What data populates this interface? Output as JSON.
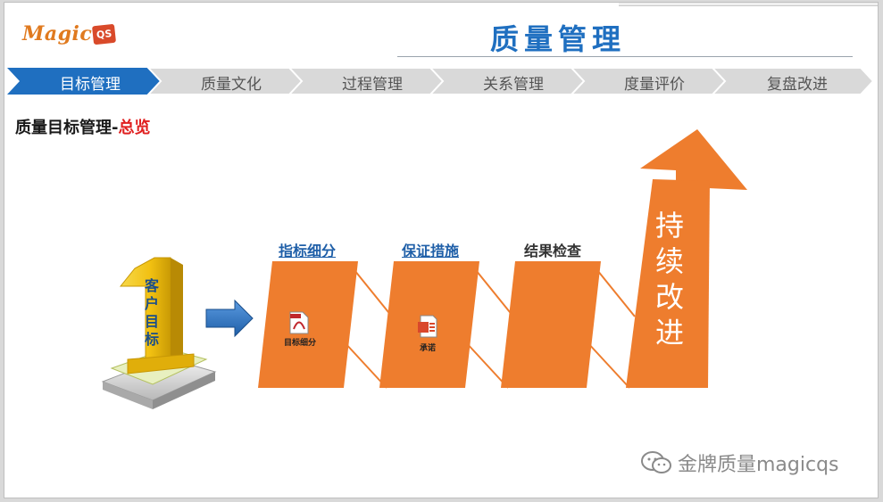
{
  "logo": {
    "word": "Magic",
    "badge": "QS"
  },
  "title": "质量管理",
  "nav": {
    "items": [
      {
        "label": "目标管理",
        "active": true
      },
      {
        "label": "质量文化",
        "active": false
      },
      {
        "label": "过程管理",
        "active": false
      },
      {
        "label": "关系管理",
        "active": false
      },
      {
        "label": "度量评价",
        "active": false
      },
      {
        "label": "复盘改进",
        "active": false
      }
    ]
  },
  "subtitle": {
    "main": "质量目标管理-",
    "accent": "总览"
  },
  "diagram": {
    "start_label": "客户目标",
    "start_chars": [
      "客",
      "户",
      "目",
      "标"
    ],
    "steps": [
      {
        "title": "指标细分",
        "linked": true,
        "file_caption": "目标细分",
        "file_type": "pdf"
      },
      {
        "title": "保证措施",
        "linked": true,
        "file_caption": "承诺",
        "file_type": "office"
      },
      {
        "title": "结果检查",
        "linked": false
      }
    ],
    "final_chars": [
      "持",
      "续",
      "改",
      "进"
    ]
  },
  "watermark": {
    "text": "金牌质量magicqs"
  },
  "colors": {
    "brand_blue": "#1f6fc0",
    "nav_active": "#1f6fc0",
    "nav_inactive": "#d9d9d9",
    "orange": "#ee7d2e",
    "accent_red": "#e02020",
    "gold": "#f3c316"
  }
}
